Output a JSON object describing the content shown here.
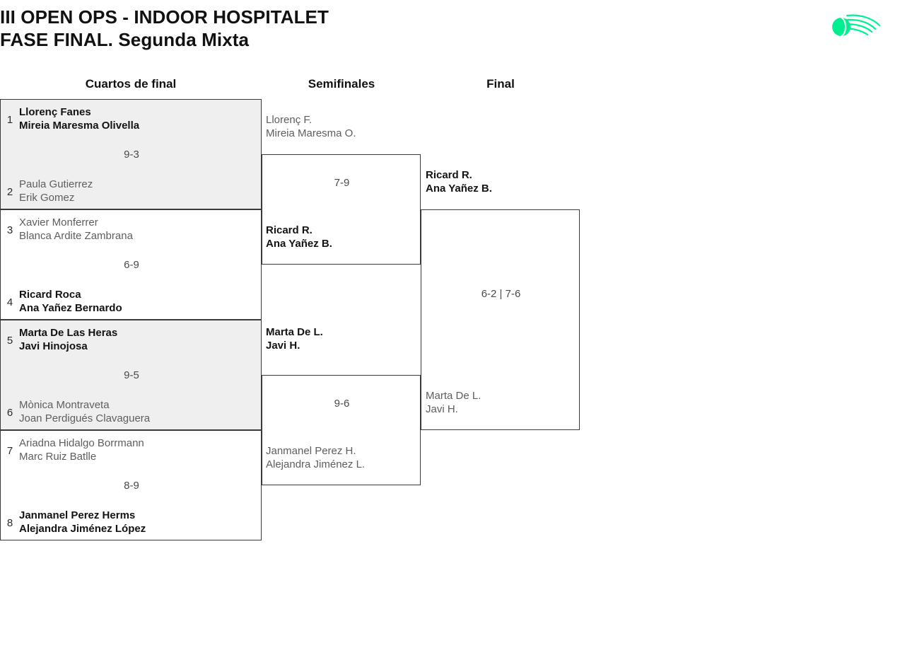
{
  "header": {
    "title_line1": "III OPEN OPS - INDOOR HOSPITALET",
    "title_line2": "FASE FINAL. Segunda Mixta",
    "logo_name": "tennis-ball-swoosh-logo",
    "logo_color": "#00f090"
  },
  "rounds": {
    "quarterfinals_label": "Cuartos de final",
    "semifinals_label": "Semifinales",
    "final_label": "Final"
  },
  "quarterfinals": [
    {
      "seed_top": "1",
      "top_p1": "Llorenç Fanes",
      "top_p2": "Mireia Maresma Olivella",
      "seed_bottom": "2",
      "bottom_p1": "Paula Gutierrez",
      "bottom_p2": "Erik Gomez",
      "score": "9-3",
      "winner": "top"
    },
    {
      "seed_top": "3",
      "top_p1": "Xavier Monferrer",
      "top_p2": "Blanca Ardite Zambrana",
      "seed_bottom": "4",
      "bottom_p1": "Ricard Roca",
      "bottom_p2": "Ana Yañez Bernardo",
      "score": "6-9",
      "winner": "bottom"
    },
    {
      "seed_top": "5",
      "top_p1": "Marta De Las Heras",
      "top_p2": "Javi Hinojosa",
      "seed_bottom": "6",
      "bottom_p1": "Mònica Montraveta",
      "bottom_p2": "Joan Perdigués Clavaguera",
      "score": "9-5",
      "winner": "top"
    },
    {
      "seed_top": "7",
      "top_p1": "Ariadna Hidalgo Borrmann",
      "top_p2": "Marc Ruiz Batlle",
      "seed_bottom": "8",
      "bottom_p1": "Janmanel Perez Herms",
      "bottom_p2": "Alejandra Jiménez López",
      "score": "8-9",
      "winner": "bottom"
    }
  ],
  "semifinals": [
    {
      "upper_p1": "Llorenç F.",
      "upper_p2": "Mireia Maresma O.",
      "lower_p1": "Ricard R.",
      "lower_p2": "Ana Yañez B.",
      "score": "7-9",
      "winner": "lower"
    },
    {
      "upper_p1": "Marta De L.",
      "upper_p2": "Javi H.",
      "lower_p1": "Janmanel Perez H.",
      "lower_p2": "Alejandra Jiménez L.",
      "score": "9-6",
      "winner": "upper"
    }
  ],
  "final": {
    "upper_p1": "Ricard R.",
    "upper_p2": "Ana Yañez B.",
    "lower_p1": "Marta De L.",
    "lower_p2": "Javi H.",
    "score": "6-2 | 7-6",
    "winner": "upper"
  }
}
